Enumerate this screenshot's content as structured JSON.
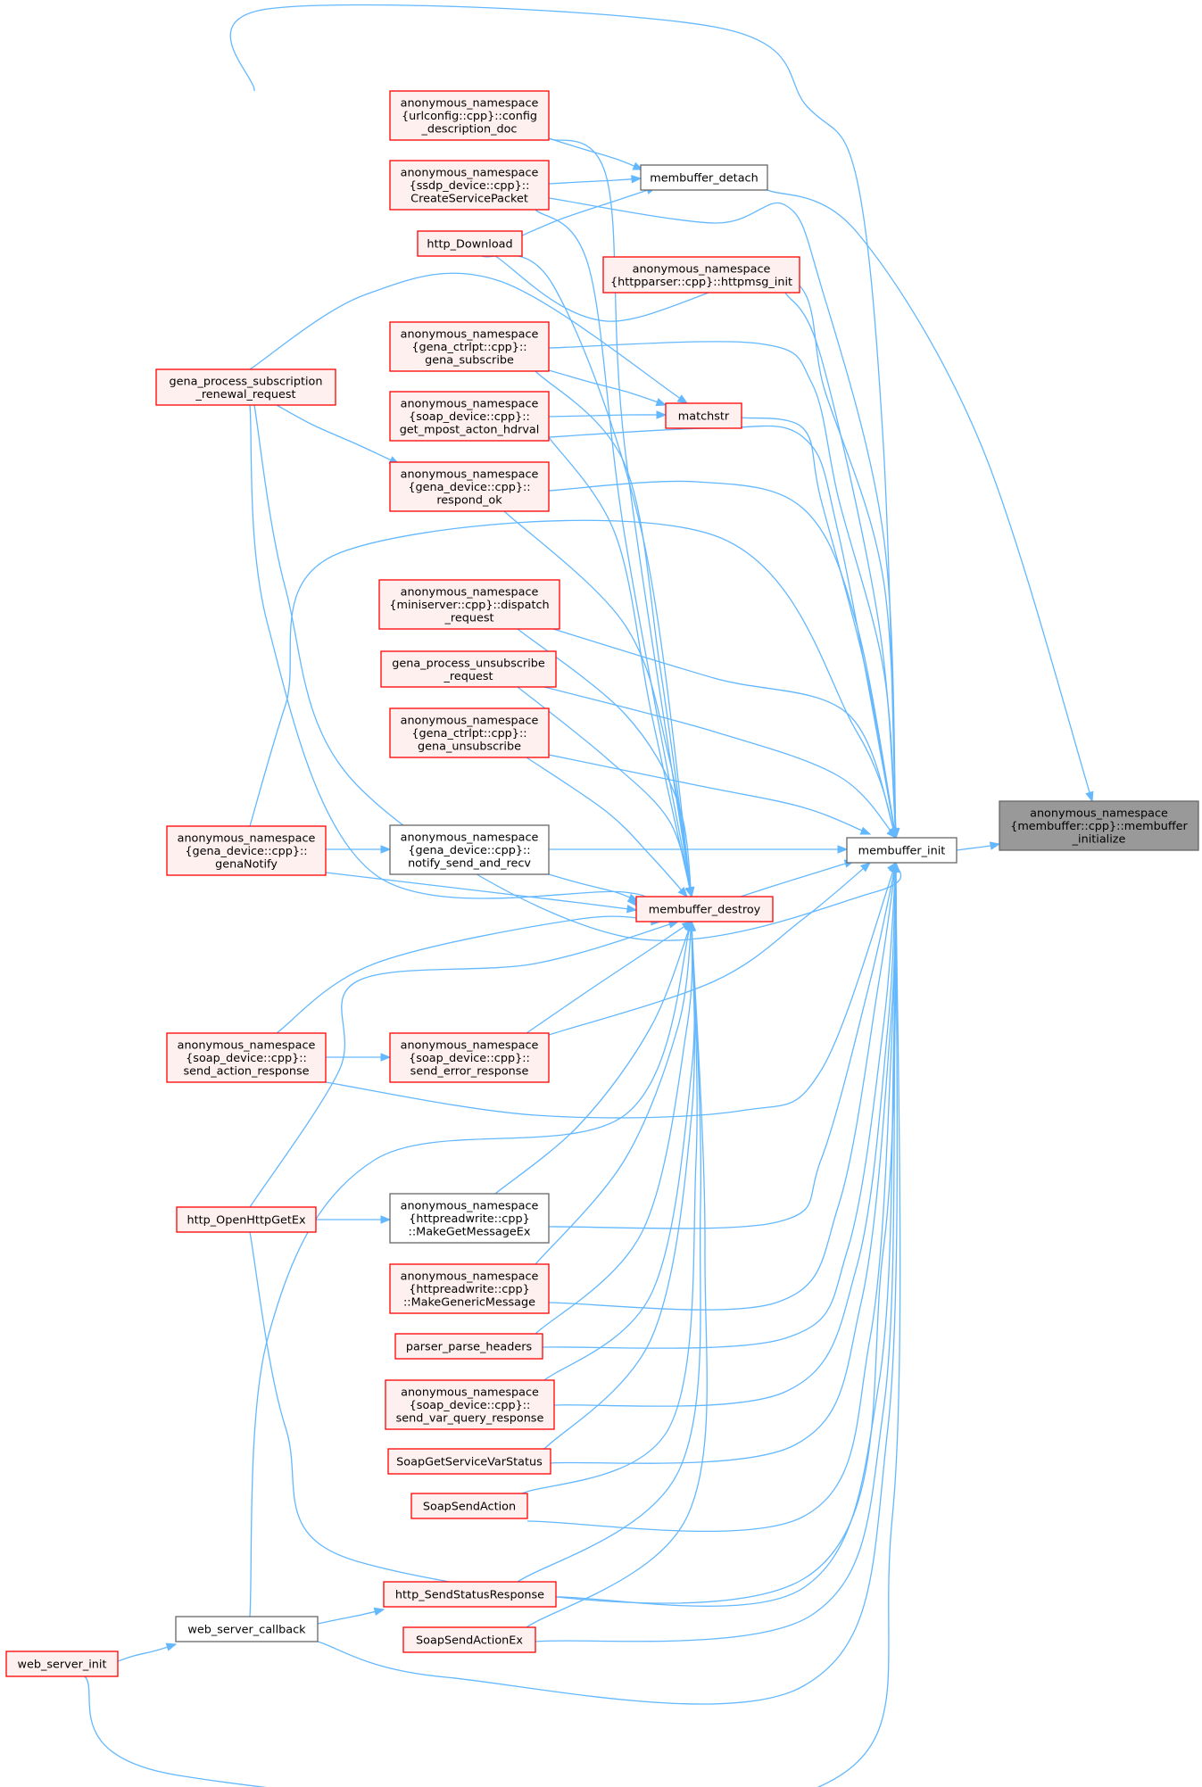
{
  "graph": {
    "title": "",
    "colors": {
      "edge": "#63b8ff",
      "root_fill": "#999999",
      "root_border": "#666666",
      "red_fill": "#fff0f0",
      "red_border": "#ff0000",
      "plain_fill": "#ffffff",
      "plain_border": "#666666"
    },
    "nodes": [
      {
        "id": "root",
        "style": "root",
        "lines": [
          "anonymous_namespace",
          "{membuffer::cpp}::membuffer",
          "_initialize"
        ]
      },
      {
        "id": "membuffer_init",
        "style": "plain",
        "lines": [
          "membuffer_init"
        ]
      },
      {
        "id": "membuffer_detach",
        "style": "plain",
        "lines": [
          "membuffer_detach"
        ]
      },
      {
        "id": "membuffer_destroy",
        "style": "red",
        "lines": [
          "membuffer_destroy"
        ]
      },
      {
        "id": "matchstr",
        "style": "red",
        "lines": [
          "matchstr"
        ]
      },
      {
        "id": "httpmsg_init",
        "style": "red",
        "lines": [
          "anonymous_namespace",
          "{httpparser::cpp}::httpmsg_init"
        ]
      },
      {
        "id": "config_description_doc",
        "style": "red",
        "lines": [
          "anonymous_namespace",
          "{urlconfig::cpp}::config",
          "_description_doc"
        ]
      },
      {
        "id": "CreateServicePacket",
        "style": "red",
        "lines": [
          "anonymous_namespace",
          "{ssdp_device::cpp}::",
          "CreateServicePacket"
        ]
      },
      {
        "id": "http_Download",
        "style": "red",
        "lines": [
          "http_Download"
        ]
      },
      {
        "id": "gena_subscribe",
        "style": "red",
        "lines": [
          "anonymous_namespace",
          "{gena_ctrlpt::cpp}::",
          "gena_subscribe"
        ]
      },
      {
        "id": "get_mpost_acton_hdrval",
        "style": "red",
        "lines": [
          "anonymous_namespace",
          "{soap_device::cpp}::",
          "get_mpost_acton_hdrval"
        ]
      },
      {
        "id": "respond_ok",
        "style": "red",
        "lines": [
          "anonymous_namespace",
          "{gena_device::cpp}::",
          "respond_ok"
        ]
      },
      {
        "id": "dispatch_request",
        "style": "red",
        "lines": [
          "anonymous_namespace",
          "{miniserver::cpp}::dispatch",
          "_request"
        ]
      },
      {
        "id": "gena_process_unsubscribe_request",
        "style": "red",
        "lines": [
          "gena_process_unsubscribe",
          "_request"
        ]
      },
      {
        "id": "gena_unsubscribe",
        "style": "red",
        "lines": [
          "anonymous_namespace",
          "{gena_ctrlpt::cpp}::",
          "gena_unsubscribe"
        ]
      },
      {
        "id": "notify_send_and_recv",
        "style": "plain",
        "lines": [
          "anonymous_namespace",
          "{gena_device::cpp}::",
          "notify_send_and_recv"
        ]
      },
      {
        "id": "send_error_response",
        "style": "red",
        "lines": [
          "anonymous_namespace",
          "{soap_device::cpp}::",
          "send_error_response"
        ]
      },
      {
        "id": "MakeGetMessageEx",
        "style": "plain",
        "lines": [
          "anonymous_namespace",
          "{httpreadwrite::cpp}",
          "::MakeGetMessageEx"
        ]
      },
      {
        "id": "MakeGenericMessage",
        "style": "red",
        "lines": [
          "anonymous_namespace",
          "{httpreadwrite::cpp}",
          "::MakeGenericMessage"
        ]
      },
      {
        "id": "parser_parse_headers",
        "style": "red",
        "lines": [
          "parser_parse_headers"
        ]
      },
      {
        "id": "send_var_query_response",
        "style": "red",
        "lines": [
          "anonymous_namespace",
          "{soap_device::cpp}::",
          "send_var_query_response"
        ]
      },
      {
        "id": "SoapGetServiceVarStatus",
        "style": "red",
        "lines": [
          "SoapGetServiceVarStatus"
        ]
      },
      {
        "id": "SoapSendAction",
        "style": "red",
        "lines": [
          "SoapSendAction"
        ]
      },
      {
        "id": "http_SendStatusResponse",
        "style": "red",
        "lines": [
          "http_SendStatusResponse"
        ]
      },
      {
        "id": "SoapSendActionEx",
        "style": "red",
        "lines": [
          "SoapSendActionEx"
        ]
      },
      {
        "id": "gena_process_subscription_renewal_request",
        "style": "red",
        "lines": [
          "gena_process_subscription",
          "_renewal_request"
        ]
      },
      {
        "id": "genaNotify",
        "style": "red",
        "lines": [
          "anonymous_namespace",
          "{gena_device::cpp}::",
          "genaNotify"
        ]
      },
      {
        "id": "send_action_response",
        "style": "red",
        "lines": [
          "anonymous_namespace",
          "{soap_device::cpp}::",
          "send_action_response"
        ]
      },
      {
        "id": "http_OpenHttpGetEx",
        "style": "red",
        "lines": [
          "http_OpenHttpGetEx"
        ]
      },
      {
        "id": "web_server_callback",
        "style": "plain",
        "lines": [
          "web_server_callback"
        ]
      },
      {
        "id": "web_server_init",
        "style": "red",
        "lines": [
          "web_server_init"
        ]
      }
    ],
    "edges": [
      [
        "membuffer_detach",
        "root"
      ],
      [
        "membuffer_init",
        "root"
      ],
      [
        "config_description_doc",
        "membuffer_detach"
      ],
      [
        "CreateServicePacket",
        "membuffer_detach"
      ],
      [
        "http_Download",
        "membuffer_detach"
      ],
      [
        "gena_subscribe",
        "matchstr"
      ],
      [
        "get_mpost_acton_hdrval",
        "matchstr"
      ],
      [
        "gena_process_subscription_renewal_request",
        "matchstr"
      ],
      [
        "gena_process_subscription_renewal_request",
        "respond_ok"
      ],
      [
        "genaNotify",
        "notify_send_and_recv"
      ],
      [
        "send_action_response",
        "send_error_response"
      ],
      [
        "http_OpenHttpGetEx",
        "MakeGetMessageEx"
      ],
      [
        "web_server_callback",
        "http_SendStatusResponse"
      ],
      [
        "web_server_init",
        "web_server_callback"
      ],
      [
        "membuffer_destroy",
        "membuffer_init"
      ],
      [
        "config_description_doc",
        "membuffer_init"
      ],
      [
        "CreateServicePacket",
        "membuffer_init"
      ],
      [
        "http_Download",
        "membuffer_init"
      ],
      [
        "httpmsg_init",
        "membuffer_init"
      ],
      [
        "gena_subscribe",
        "membuffer_init"
      ],
      [
        "matchstr",
        "membuffer_init"
      ],
      [
        "get_mpost_acton_hdrval",
        "membuffer_init"
      ],
      [
        "respond_ok",
        "membuffer_init"
      ],
      [
        "dispatch_request",
        "membuffer_init"
      ],
      [
        "gena_process_unsubscribe_request",
        "membuffer_init"
      ],
      [
        "gena_unsubscribe",
        "membuffer_init"
      ],
      [
        "notify_send_and_recv",
        "membuffer_init"
      ],
      [
        "send_error_response",
        "membuffer_init"
      ],
      [
        "MakeGetMessageEx",
        "membuffer_init"
      ],
      [
        "MakeGenericMessage",
        "membuffer_init"
      ],
      [
        "parser_parse_headers",
        "membuffer_init"
      ],
      [
        "send_var_query_response",
        "membuffer_init"
      ],
      [
        "SoapGetServiceVarStatus",
        "membuffer_init"
      ],
      [
        "SoapSendAction",
        "membuffer_init"
      ],
      [
        "http_SendStatusResponse",
        "membuffer_init"
      ],
      [
        "SoapSendActionEx",
        "membuffer_init"
      ],
      [
        "gena_process_subscription_renewal_request",
        "membuffer_init"
      ],
      [
        "genaNotify",
        "membuffer_init"
      ],
      [
        "send_action_response",
        "membuffer_init"
      ],
      [
        "http_OpenHttpGetEx",
        "membuffer_init"
      ],
      [
        "web_server_callback",
        "membuffer_init"
      ],
      [
        "web_server_init",
        "membuffer_init"
      ],
      [
        "config_description_doc",
        "membuffer_destroy"
      ],
      [
        "CreateServicePacket",
        "membuffer_destroy"
      ],
      [
        "http_Download",
        "membuffer_destroy"
      ],
      [
        "gena_subscribe",
        "membuffer_destroy"
      ],
      [
        "get_mpost_acton_hdrval",
        "membuffer_destroy"
      ],
      [
        "respond_ok",
        "membuffer_destroy"
      ],
      [
        "dispatch_request",
        "membuffer_destroy"
      ],
      [
        "gena_process_unsubscribe_request",
        "membuffer_destroy"
      ],
      [
        "gena_unsubscribe",
        "membuffer_destroy"
      ],
      [
        "notify_send_and_recv",
        "membuffer_destroy"
      ],
      [
        "send_error_response",
        "membuffer_destroy"
      ],
      [
        "MakeGetMessageEx",
        "membuffer_destroy"
      ],
      [
        "MakeGenericMessage",
        "membuffer_destroy"
      ],
      [
        "parser_parse_headers",
        "membuffer_destroy"
      ],
      [
        "send_var_query_response",
        "membuffer_destroy"
      ],
      [
        "SoapGetServiceVarStatus",
        "membuffer_destroy"
      ],
      [
        "SoapSendAction",
        "membuffer_destroy"
      ],
      [
        "http_SendStatusResponse",
        "membuffer_destroy"
      ],
      [
        "SoapSendActionEx",
        "membuffer_destroy"
      ],
      [
        "gena_process_subscription_renewal_request",
        "membuffer_destroy"
      ],
      [
        "genaNotify",
        "membuffer_destroy"
      ],
      [
        "send_action_response",
        "membuffer_destroy"
      ],
      [
        "http_OpenHttpGetEx",
        "membuffer_destroy"
      ],
      [
        "web_server_callback",
        "membuffer_destroy"
      ]
    ]
  }
}
